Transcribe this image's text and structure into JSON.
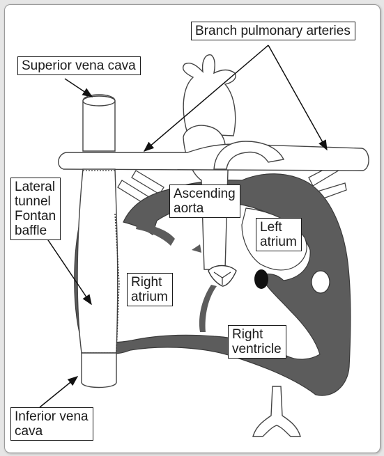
{
  "labels": {
    "branch_pulmonary_arteries": "Branch pulmonary arteries",
    "superior_vena_cava": "Superior vena cava",
    "lateral_tunnel_fontan_baffle": "Lateral\ntunnel\nFontan\nbaffle",
    "ascending_aorta": "Ascending\naorta",
    "left_atrium": "Left\natrium",
    "right_atrium": "Right\natrium",
    "right_ventricle": "Right\nventricle",
    "inferior_vena_cava": "Inferior vena\ncava"
  },
  "colors": {
    "myocardium": "#5c5c5c",
    "vessel_fill": "#ffffff",
    "outline": "#3a3a3a",
    "background": "#e6e6e6"
  }
}
